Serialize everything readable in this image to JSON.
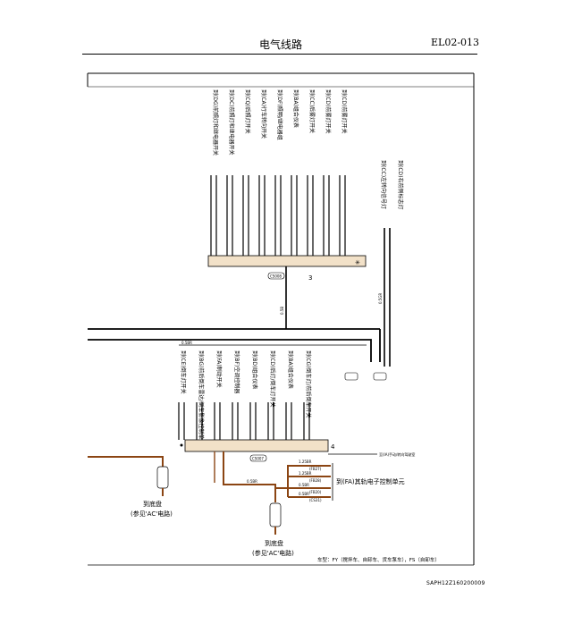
{
  "header": {
    "title": "电气线路",
    "code": "EL02-013"
  },
  "top_connector": {
    "id": "3",
    "tag": "CS008",
    "labels": [
      "到(DG)前照灯和继电器开关",
      "到(DC)前照灯和继电器开关",
      "到(CQ)后照灯开关",
      "到(CA)行车转向开关",
      "到(DF)照明/继电器组",
      "到(BA)组合仪表",
      "到(CC)后雾灯开关",
      "到(CD)前雾灯开关",
      "到(CD)前雾灯开关"
    ]
  },
  "right_labels": [
    "到(CC)左转向信号灯",
    "到(CD)右前侧标志灯"
  ],
  "bottom_connector": {
    "id": "4",
    "tag": "CS007",
    "labels": [
      "到(CE)倒车灯开关",
      "到(BG)前后倒车雷达/倒车影像控制单元",
      "到(FA)制动开关",
      "到(BF)空调控制器",
      "到(BD)组合仪表",
      "到(CD)后灯/倒车灯开关",
      "到(BA)组合仪表",
      "到(CG)倒车灯/前后倒车开关"
    ]
  },
  "wire_codes": {
    "main_bus": "0.5BR",
    "mid_bus": "0.5BR",
    "riser": "0.5B",
    "right_wire": "0.5GR"
  },
  "callouts": {
    "ia": "至(IA)手动/转向驾驶室",
    "fa": "到(FA)其轨电子控制单元",
    "fa_wires": [
      "1.25BR",
      "1.25BR",
      "0.5BR",
      "0.5BR"
    ],
    "fa_pins": [
      "(FB27)",
      "(FB28)",
      "(FB20)",
      "(CS31)"
    ]
  },
  "ground_labels": {
    "left_title": "到底盘",
    "left_sub": "(参见'AC'电路)",
    "right_title": "到底盘",
    "right_sub": "(参见'AC'电路)"
  },
  "note": "车型：FY（搅拌车、自卸车、货车泵车），FS（自卸车）",
  "footer": "SAPH12Z160200009"
}
